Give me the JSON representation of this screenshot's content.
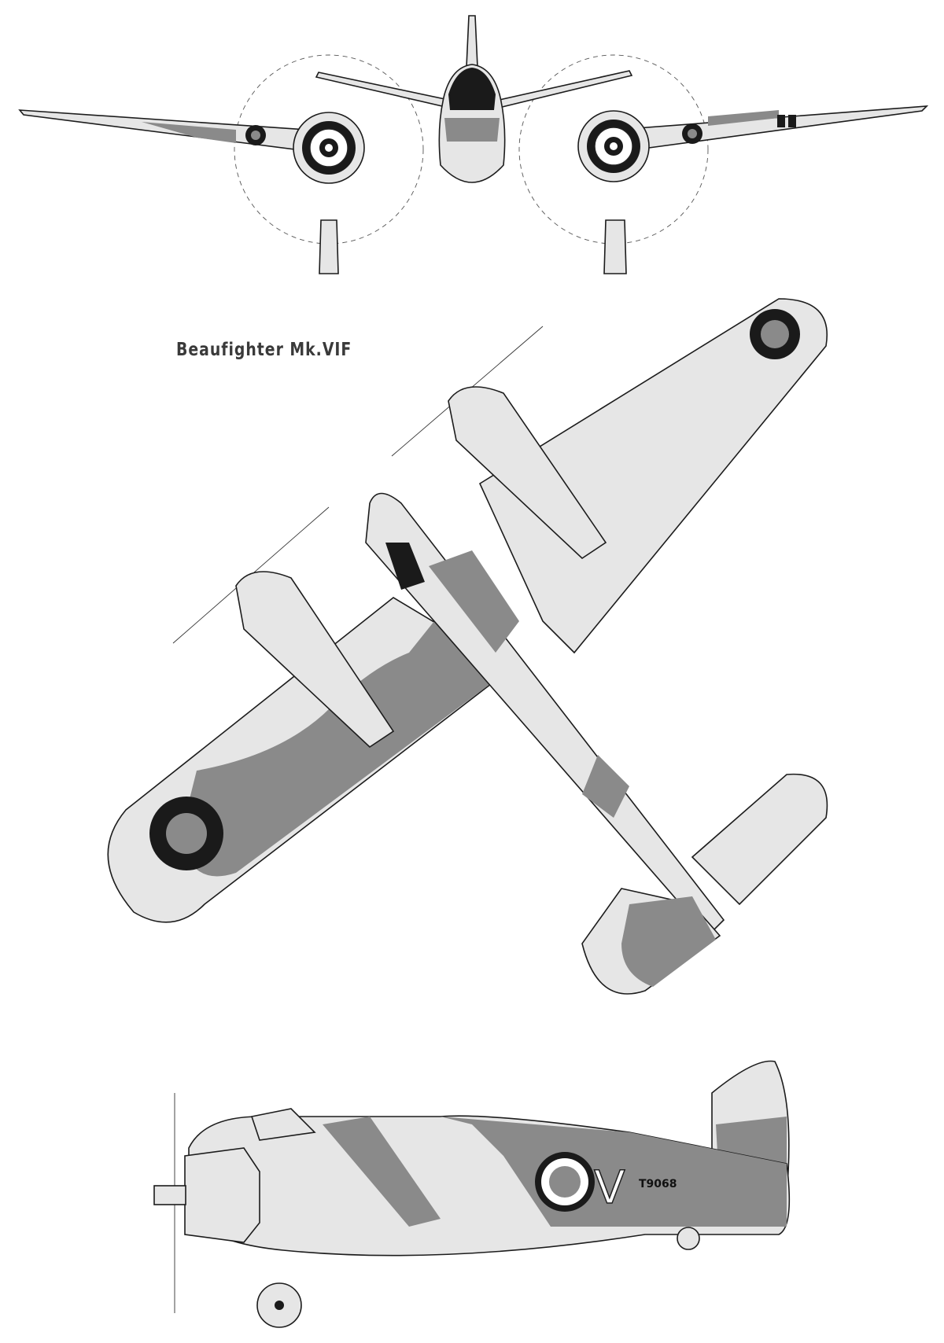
{
  "drawing": {
    "title": "Beaufighter Mk.VIF",
    "side_view": {
      "serial": "T9068",
      "squadron_letter": "V"
    }
  },
  "colors": {
    "light_camouflage": "#e6e6e6",
    "dark_camouflage": "#8a8a8a",
    "roundel_outer": "#1a1a1a",
    "line_ink": "#1c1c1c"
  }
}
